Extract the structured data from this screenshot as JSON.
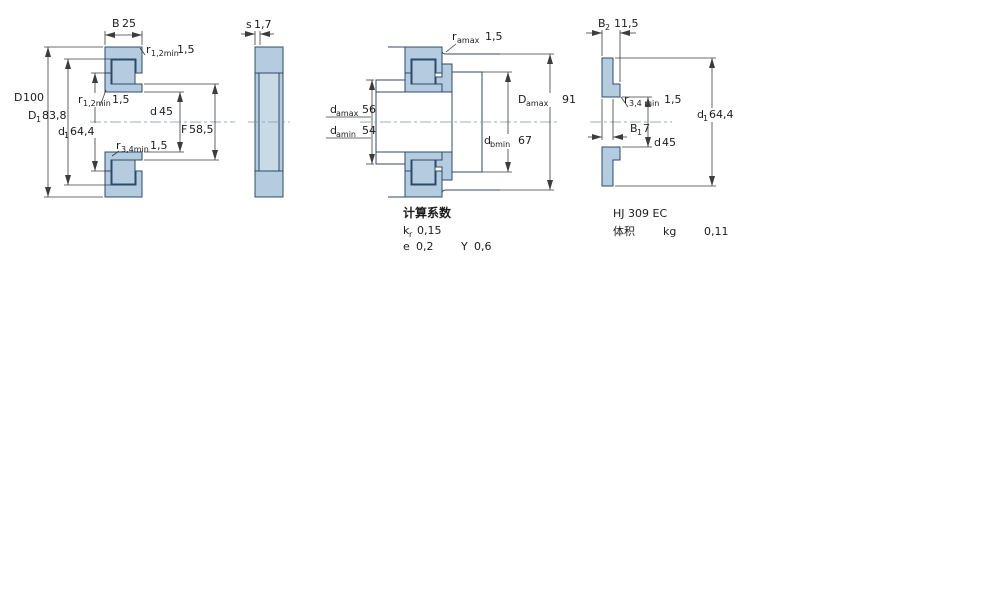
{
  "colors": {
    "section_fill": "#b5cce0",
    "section_stroke": "#2c4a68",
    "dimension": "#3c3c3c"
  },
  "view1": {
    "B": {
      "base": "B",
      "value": "25"
    },
    "r12_top": {
      "base": "r",
      "sub": "1,2min",
      "value": "1,5"
    },
    "D": {
      "base": "D",
      "value": "100"
    },
    "D1": {
      "base": "D",
      "sub": "1",
      "value": "83,8"
    },
    "d1": {
      "base": "d",
      "sub": "1",
      "value": "64,4"
    },
    "r12_mid": {
      "base": "r",
      "sub": "1,2min",
      "value": "1,5"
    },
    "d": {
      "base": "d",
      "value": "45"
    },
    "r34": {
      "base": "r",
      "sub": "3,4min",
      "value": "1,5"
    },
    "F": {
      "base": "F",
      "value": "58,5"
    }
  },
  "view2": {
    "s": {
      "base": "s",
      "value": "1,7"
    }
  },
  "view3": {
    "ra": {
      "base": "r",
      "sub": "amax",
      "value": "1,5"
    },
    "damax": {
      "base": "d",
      "sub": "amax",
      "value": "56"
    },
    "damin": {
      "base": "d",
      "sub": "amin",
      "value": "54"
    },
    "Damax": {
      "base": "D",
      "sub": "amax",
      "value": "91"
    },
    "dbmin": {
      "base": "d",
      "sub": "bmin",
      "value": "67"
    }
  },
  "calc": {
    "heading": "计算系数",
    "kr": {
      "base": "k",
      "sub": "r",
      "value": "0,15"
    },
    "e": {
      "label": "e",
      "value": "0,2"
    },
    "Y": {
      "label": "Y",
      "value": "0,6"
    }
  },
  "view4": {
    "B2": {
      "base": "B",
      "sub": "2",
      "value": "11,5"
    },
    "r34": {
      "base": "r",
      "sub": "3,4 min",
      "value": "1,5"
    },
    "B1": {
      "base": "B",
      "sub": "1",
      "value": "7"
    },
    "d": {
      "base": "d",
      "value": "45"
    },
    "d1": {
      "base": "d",
      "sub": "1",
      "value": "64,4"
    }
  },
  "ring": {
    "designation": "HJ 309 EC",
    "mass_label": "体积",
    "mass_unit": "kg",
    "mass_value": "0,11"
  }
}
